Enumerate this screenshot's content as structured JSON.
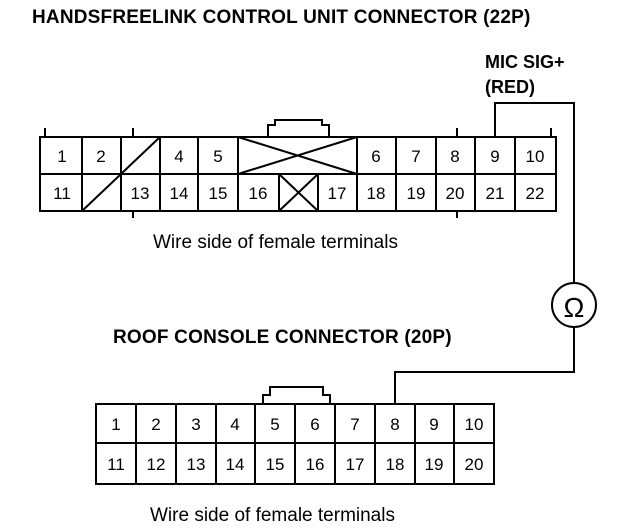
{
  "connector_22p": {
    "title": "HANDSFREELINK CONTROL UNIT CONNECTOR (22P)",
    "caption": "Wire side of female terminals",
    "top_row": [
      "1",
      "2",
      "",
      "4",
      "5",
      "",
      "",
      "6",
      "7",
      "8",
      "9",
      "10"
    ],
    "bottom_row": [
      "11",
      "",
      "13",
      "14",
      "15",
      "16",
      "",
      "17",
      "18",
      "19",
      "20",
      "21",
      "22"
    ]
  },
  "mic_label": {
    "line1": "MIC SIG+",
    "line2": "(RED)"
  },
  "ohmmeter_symbol": "Ω",
  "connector_20p": {
    "title": "ROOF CONSOLE CONNECTOR (20P)",
    "caption": "Wire side of female terminals",
    "top_row": [
      "1",
      "2",
      "3",
      "4",
      "5",
      "6",
      "7",
      "8",
      "9",
      "10"
    ],
    "bottom_row": [
      "11",
      "12",
      "13",
      "14",
      "15",
      "16",
      "17",
      "18",
      "19",
      "20"
    ]
  }
}
